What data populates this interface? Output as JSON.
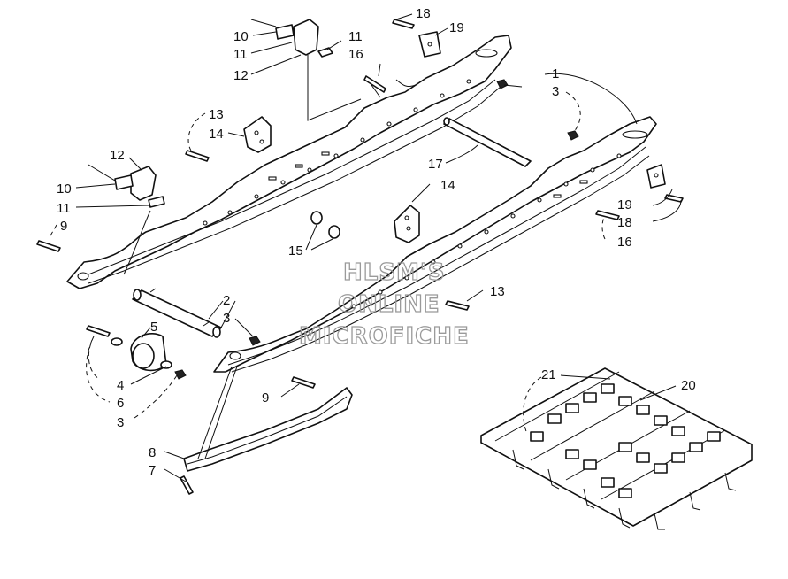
{
  "watermark": {
    "line1": "HLSM'S",
    "line2": "ONLINE",
    "line3": "MICROFICHE"
  },
  "callouts": [
    {
      "id": "c10a",
      "label": "10"
    },
    {
      "id": "c11a",
      "label": "11"
    },
    {
      "id": "c12a",
      "label": "12"
    },
    {
      "id": "c11b",
      "label": "11"
    },
    {
      "id": "c16a",
      "label": "16"
    },
    {
      "id": "c18a",
      "label": "18"
    },
    {
      "id": "c19a",
      "label": "19"
    },
    {
      "id": "c1",
      "label": "1"
    },
    {
      "id": "c3a",
      "label": "3"
    },
    {
      "id": "c13a",
      "label": "13"
    },
    {
      "id": "c14a",
      "label": "14"
    },
    {
      "id": "c12b",
      "label": "12"
    },
    {
      "id": "c10b",
      "label": "10"
    },
    {
      "id": "c11c",
      "label": "11"
    },
    {
      "id": "c9a",
      "label": "9"
    },
    {
      "id": "c17",
      "label": "17"
    },
    {
      "id": "c14b",
      "label": "14"
    },
    {
      "id": "c19b",
      "label": "19"
    },
    {
      "id": "c18b",
      "label": "18"
    },
    {
      "id": "c16b",
      "label": "16"
    },
    {
      "id": "c15",
      "label": "15"
    },
    {
      "id": "c13b",
      "label": "13"
    },
    {
      "id": "c2",
      "label": "2"
    },
    {
      "id": "c3b",
      "label": "3"
    },
    {
      "id": "c5",
      "label": "5"
    },
    {
      "id": "c4",
      "label": "4"
    },
    {
      "id": "c6",
      "label": "6"
    },
    {
      "id": "c3c",
      "label": "3"
    },
    {
      "id": "c9b",
      "label": "9"
    },
    {
      "id": "c8",
      "label": "8"
    },
    {
      "id": "c7",
      "label": "7"
    },
    {
      "id": "c21",
      "label": "21"
    },
    {
      "id": "c20",
      "label": "20"
    }
  ]
}
